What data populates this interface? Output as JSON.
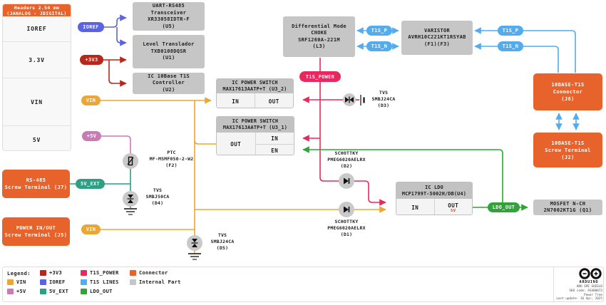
{
  "colors": {
    "ioref": "#5b63e0",
    "v3v3": "#b4281e",
    "vin": "#eaa636",
    "v5": "#c87cb4",
    "t1s": "#52aced",
    "t1s_power": "#e8285f",
    "sv_ext": "#2f9e82",
    "ldo_out": "#2fa437",
    "connector": "#e8632c",
    "internal": "#c6c6c6"
  },
  "headers_box": {
    "title_line1": "Headers 2.54 mm",
    "title_line2": "(JANALOG - JDIGITAL)",
    "rows": [
      "IOREF",
      "3.3V",
      "VIN",
      "5V"
    ]
  },
  "pills": {
    "ioref": "IOREF",
    "p3v3": "+3V3",
    "vin_top": "VIN",
    "p5v": "+5V",
    "sv_ext": "5V_EXT",
    "vin_bottom": "VIN",
    "t1s_p_left": "T1S_P",
    "t1s_n_left": "T1S_N",
    "t1s_p_right": "T1S_P",
    "t1s_n_right": "T1S_N",
    "t1s_power": "T1S_POWER",
    "ldo_out": "LDO_OUT"
  },
  "blocks": {
    "uart": [
      "UART-RS485",
      "Transceiver",
      "XR33058IDTR-F",
      "(U5)"
    ],
    "level": [
      "Level Translador",
      "TXB0108DQSR",
      "(U1)"
    ],
    "t1s_ctrl": [
      "IC 10Base T1S",
      "Controller",
      "(U2)"
    ],
    "choke": [
      "Differential Mode",
      "CHOKE",
      "SRF1260A-221M",
      "(L3)"
    ],
    "varistor": [
      "VARISTOR",
      "AVRH10C221KT1RSYAB",
      "(F1)(F3)"
    ],
    "mosfet": [
      "MOSFET N-CH",
      "2N7002KT1G (Q1)"
    ],
    "j6": [
      "10BASE-T1S",
      "Connector",
      "(J6)"
    ],
    "j2": [
      "10BASE-T1S",
      "Screw Terminal",
      "(J2)"
    ],
    "j7": [
      "RS-485",
      "Screw Terminal (J7)"
    ],
    "j5": [
      "POWER IN/OUT",
      "Screw Terminal (J5)"
    ]
  },
  "switches": {
    "u3_2": {
      "title1": "IC POWER SWITCH",
      "title2": "MAX17613AATP+T (U3_2)",
      "in": "IN",
      "out": "OUT"
    },
    "u3_1": {
      "title1": "IC POWER SWITCH",
      "title2": "MAX17613AATP+T (U3_1)",
      "out": "OUT",
      "in": "IN",
      "en": "EN"
    },
    "u4": {
      "title1": "IC LDO",
      "title2": "MCP1799T-5002H/DB(U4)",
      "in": "IN",
      "out": "OUT",
      "out_sub": "5V"
    }
  },
  "components": {
    "f2": [
      "PTC",
      "MF-MSMF050-2-W2",
      "(F2)"
    ],
    "d4": [
      "TVS",
      "SMBJ50CA",
      "(D4)"
    ],
    "d5": [
      "TVS",
      "SMBJ24CA",
      "(D5)"
    ],
    "d3": [
      "TVS",
      "SMBJ24CA",
      "(D3)"
    ],
    "d2": [
      "SCHOTTKY",
      "PMEG6020AELRX",
      "(D2)"
    ],
    "d1": [
      "SCHOTTKY",
      "PMEG6020AELRX",
      "(D1)"
    ]
  },
  "legend": {
    "title": "Legend:",
    "items": [
      {
        "label": "+3V3",
        "color": "#b4281e"
      },
      {
        "label": "T1S_POWER",
        "color": "#e8285f"
      },
      {
        "label": "Connector",
        "color": "#e8632c"
      },
      {
        "label": "VIN",
        "color": "#eaa636"
      },
      {
        "label": "IOREF",
        "color": "#5b63e0"
      },
      {
        "label": "T1S LINES",
        "color": "#52aced"
      },
      {
        "label": "Internal Part",
        "color": "#c6c6c6"
      },
      {
        "label": "+5V",
        "color": "#c87cb4"
      },
      {
        "label": "5V_EXT",
        "color": "#2f9e82"
      },
      {
        "label": "LDO_OUT",
        "color": "#2fa437"
      }
    ]
  },
  "footer": {
    "brand": "ARDUINO",
    "lines": [
      "UNO SPE SHIELD",
      "SKU code: ASX00073",
      "Power Tree",
      "Last update: 16 Apr, 2025"
    ]
  }
}
